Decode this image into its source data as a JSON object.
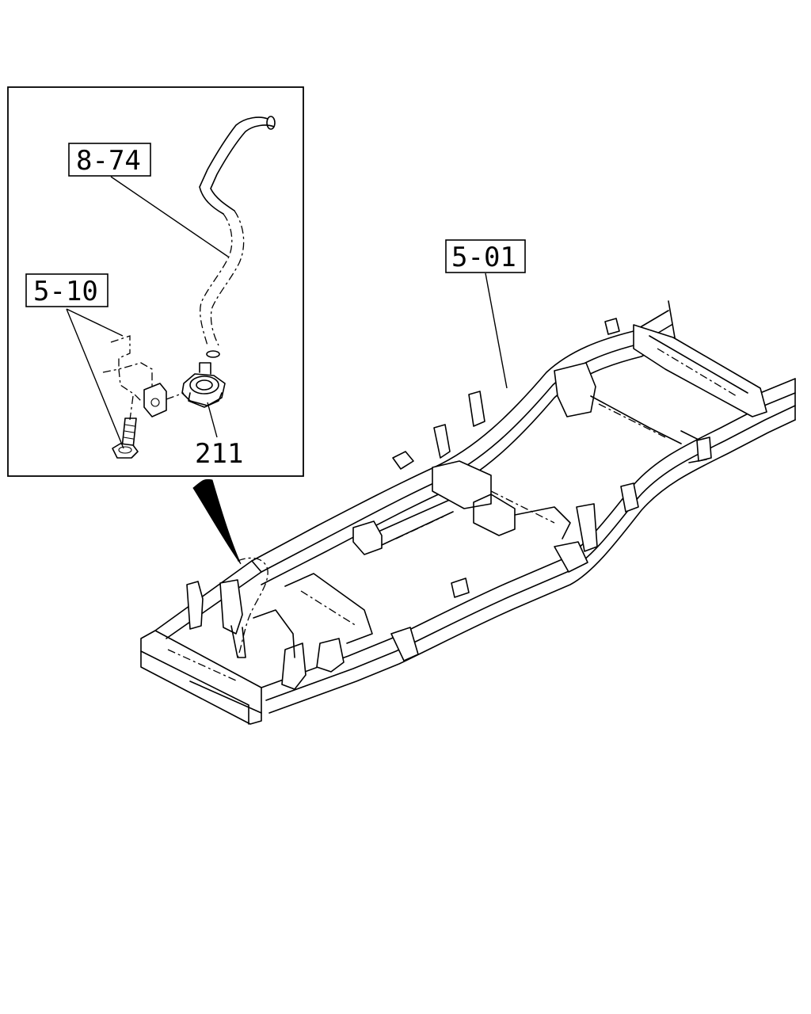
{
  "diagram": {
    "callouts": {
      "hose": "8-74",
      "bracket": "5-10",
      "clip": "211",
      "frame": "5-01"
    }
  }
}
